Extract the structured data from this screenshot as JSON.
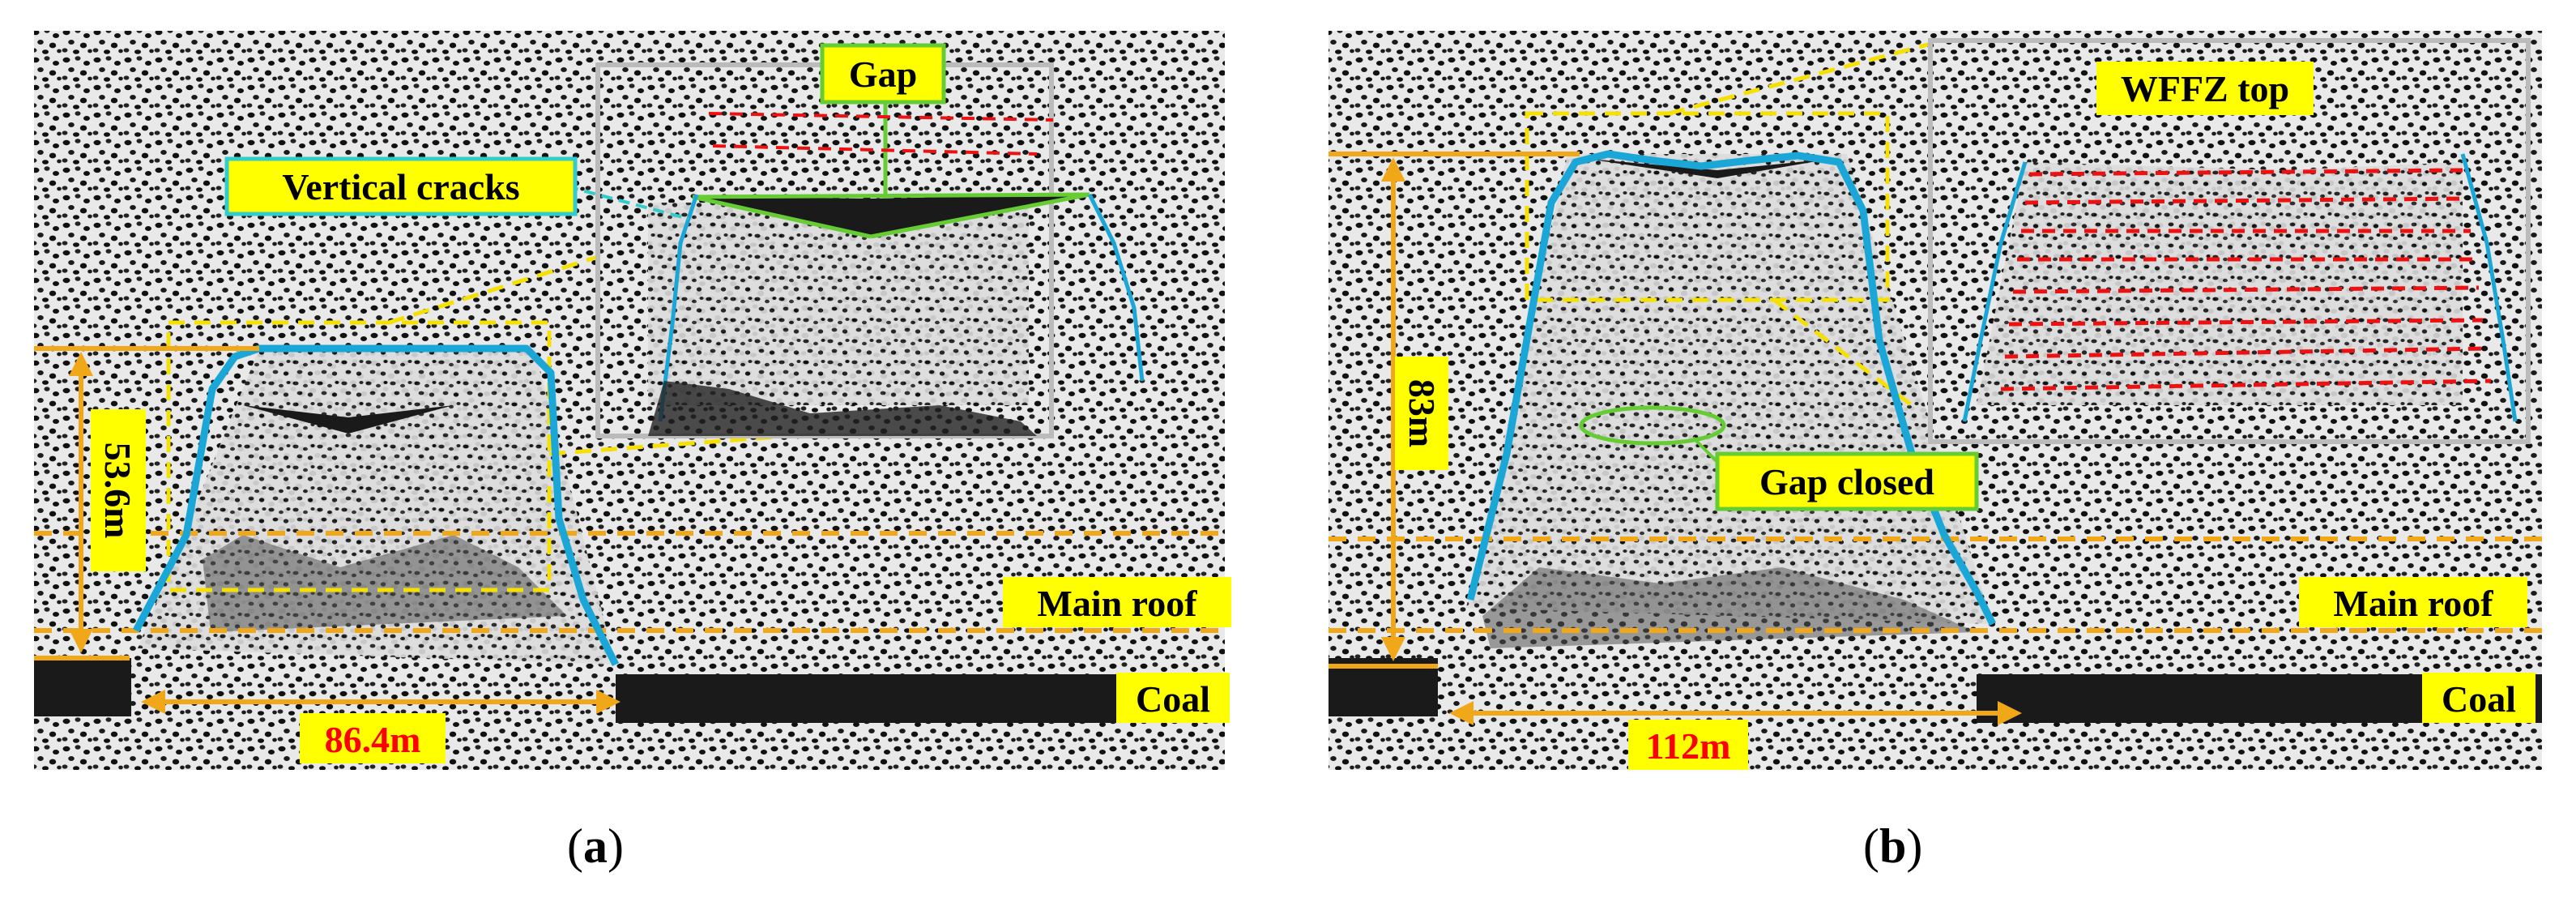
{
  "panels": [
    {
      "id": "a",
      "caption": "a",
      "labels": {
        "gap": "Gap",
        "vertical_cracks": "Vertical cracks",
        "height": "53.6m",
        "main_roof": "Main roof",
        "coal": "Coal",
        "width": "86.4m"
      }
    },
    {
      "id": "b",
      "caption": "b",
      "labels": {
        "wffz_top": "WFFZ top",
        "height": "83m",
        "gap_closed": "Gap closed",
        "main_roof": "Main roof",
        "coal": "Coal",
        "width": "112m"
      }
    }
  ],
  "colors": {
    "label_fill": "#ffff00",
    "label_border_cyan": "#33cccc",
    "label_border_green": "#66cc33",
    "dimension_orange": "#f0a818",
    "boundary_blue": "#1aa7d8",
    "guide_yellow": "#f5e000",
    "red_dash": "#ee1111",
    "coal_black": "#1a1a1a",
    "width_text_red": "#ff0000"
  }
}
